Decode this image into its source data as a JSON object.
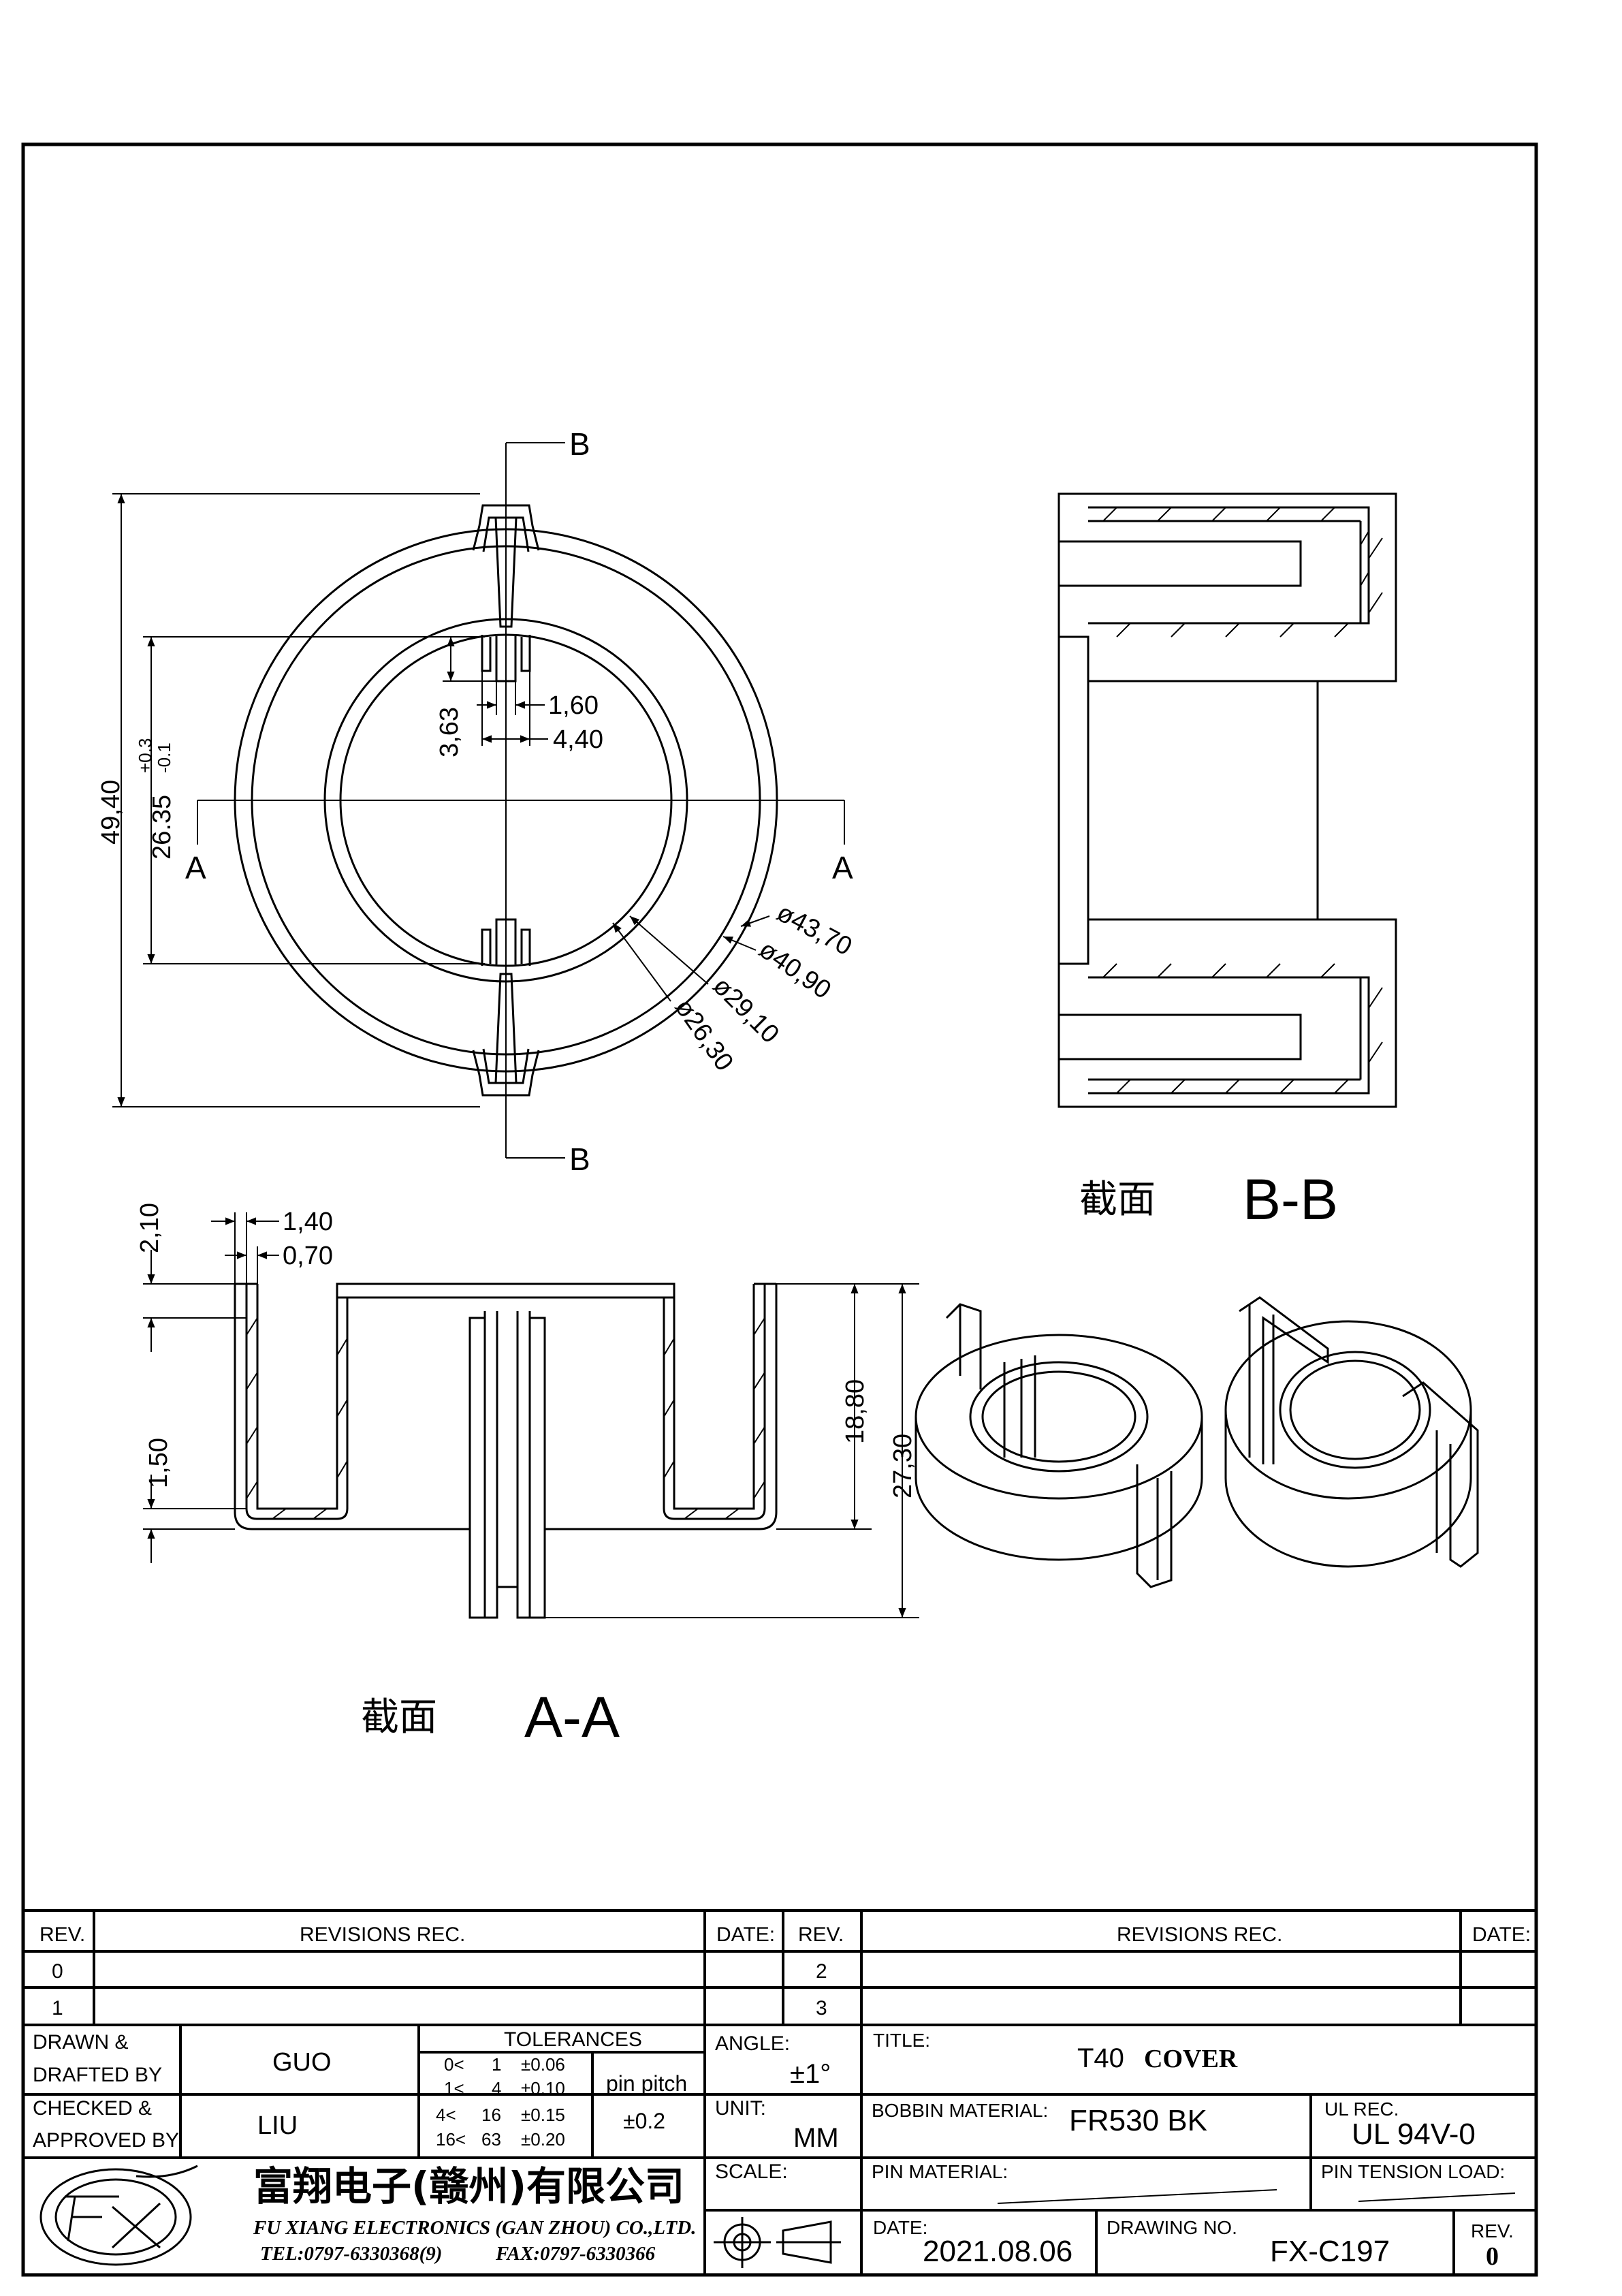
{
  "views": {
    "front": {
      "section_marker_top": "B",
      "section_marker_bottom": "B",
      "section_marker_left": "A",
      "section_marker_right": "A",
      "dimensions": {
        "overall_height": "49,40",
        "inner_height": "26.35",
        "inner_height_tol_plus": "+0.3",
        "inner_height_tol_minus": "-0.1",
        "slot_depth": "3,63",
        "slot_width": "1,60",
        "slot_spacing": "4,40",
        "dia_1": "ø43,70",
        "dia_2": "ø40,90",
        "dia_3": "ø29,10",
        "dia_4": "ø26,30"
      }
    },
    "section_bb": {
      "caption_cn": "截面",
      "caption_label": "B-B"
    },
    "section_aa": {
      "caption_cn": "截面",
      "caption_label": "A-A",
      "dimensions": {
        "top_offset": "2,10",
        "wall_1": "1,40",
        "wall_2": "0,70",
        "bottom_offset": "1,50",
        "inner_depth": "18,80",
        "total_height": "27,30"
      }
    }
  },
  "title_block": {
    "rev_header": "REV.",
    "revisions_header": "REVISIONS REC.",
    "date_header": "DATE:",
    "rev_rows_left": [
      "0",
      "1"
    ],
    "rev_rows_right": [
      "2",
      "3"
    ],
    "drawn_label_1": "DRAWN &",
    "drawn_label_2": "DRAFTED BY",
    "drawn_value": "GUO",
    "checked_label_1": "CHECKED &",
    "checked_label_2": "APPROVED BY",
    "checked_value": "LIU",
    "tolerances_header": "TOLERANCES",
    "tolerances_rows": [
      [
        "0<",
        "1",
        "±0.06"
      ],
      [
        "1<",
        "4",
        "±0.10"
      ],
      [
        "4<",
        "16",
        "±0.15"
      ],
      [
        "16<",
        "63",
        "±0.20"
      ]
    ],
    "pin_pitch_label": "pin pitch",
    "pin_pitch_value": "±0.2",
    "angle_label": "ANGLE:",
    "angle_value": "±1°",
    "unit_label": "UNIT:",
    "unit_value": "MM",
    "scale_label": "SCALE:",
    "title_label": "TITLE:",
    "title_value_1": "T40",
    "title_value_2": "COVER",
    "bobbin_label": "BOBBIN MATERIAL:",
    "bobbin_value": "FR530 BK",
    "ul_label": "UL REC.",
    "ul_value": "UL 94V-0",
    "pin_material_label": "PIN MATERIAL:",
    "pin_tension_label": "PIN TENSION LOAD:",
    "date_label": "DATE:",
    "date_value": "2021.08.06",
    "drawing_no_label": "DRAWING NO.",
    "drawing_no_value": "FX-C197",
    "rev_label": "REV.",
    "rev_value": "0",
    "company_cn": "富翔电子(赣州)有限公司",
    "company_en": "FU XIANG ELECTRONICS (GAN ZHOU) CO.,LTD.",
    "company_tel": "TEL:0797-6330368(9)",
    "company_fax": "FAX:0797-6330366"
  }
}
